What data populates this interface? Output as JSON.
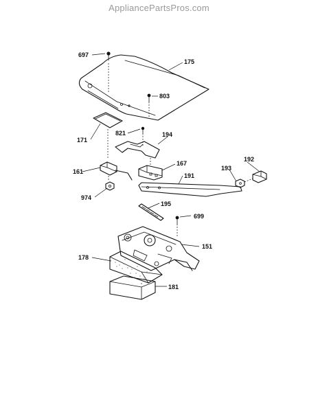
{
  "watermark": "AppliancePartsPros.com",
  "callouts": {
    "c697": "697",
    "c175": "175",
    "c803": "803",
    "c171": "171",
    "c821": "821",
    "c194": "194",
    "c167": "167",
    "c161": "161",
    "c192": "192",
    "c193": "193",
    "c191": "191",
    "c974": "974",
    "c195": "195",
    "c699": "699",
    "c151": "151",
    "c178": "178",
    "c181": "181"
  }
}
